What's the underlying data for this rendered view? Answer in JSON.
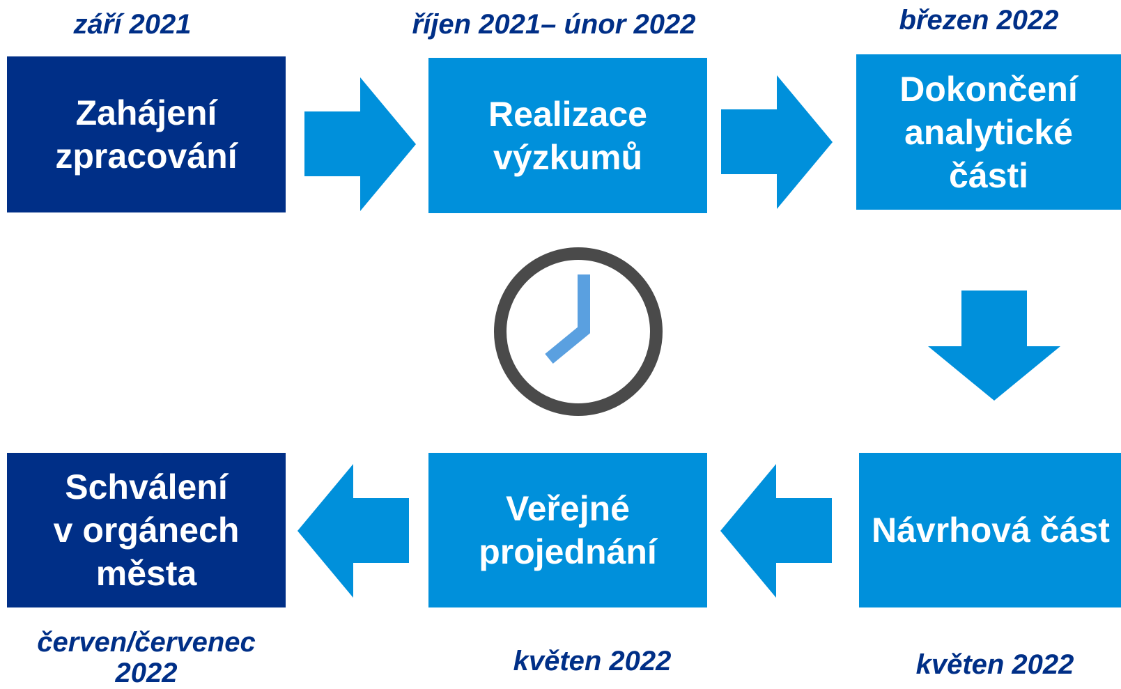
{
  "colors": {
    "dark_blue": "#002f87",
    "light_blue": "#0090db",
    "date_text": "#002f87",
    "clock_ring": "#4a4a4a",
    "clock_hands": "#5aa0e0"
  },
  "steps": [
    {
      "label": "Zahájení\nzpracování",
      "date": "září 2021"
    },
    {
      "label": "Realizace\nvýzkumů",
      "date": "říjen 2021– únor 2022"
    },
    {
      "label": "Dokončení\nanalytické\nčásti",
      "date": "březen 2022"
    },
    {
      "label": "Návrhová část",
      "date": "květen 2022"
    },
    {
      "label": "Veřejné\nprojednání",
      "date": "květen 2022"
    },
    {
      "label": "Schválení\nv orgánech\nměsta",
      "date": "červen/červenec\n2022"
    }
  ],
  "icons": {
    "center": "clock-icon",
    "arrows": [
      "arrow-right-icon",
      "arrow-right-icon",
      "arrow-down-icon",
      "arrow-left-icon",
      "arrow-left-icon"
    ]
  }
}
